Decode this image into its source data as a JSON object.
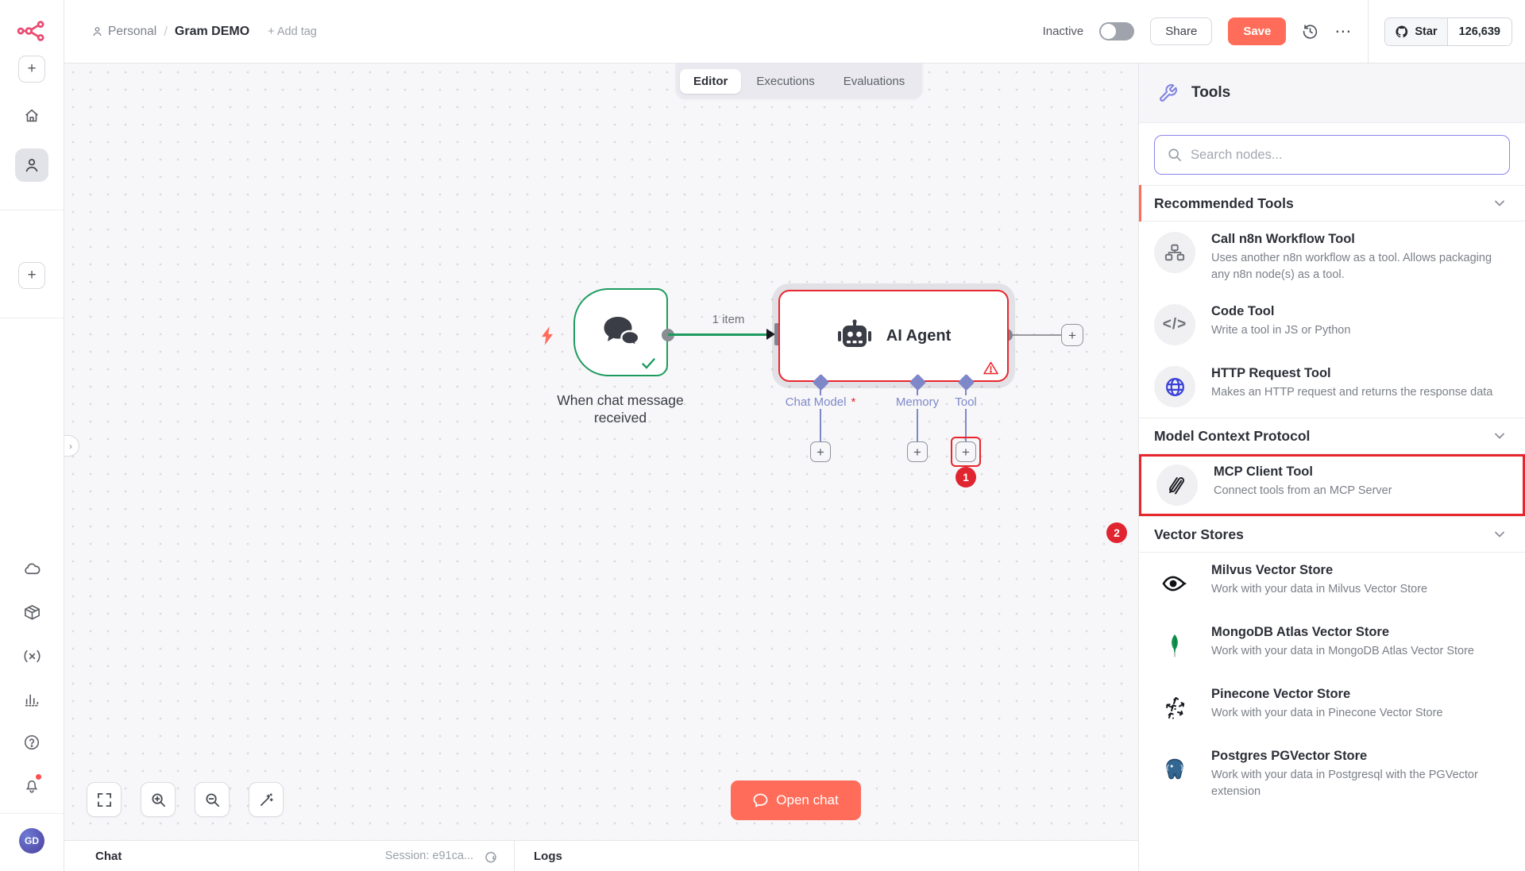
{
  "header": {
    "breadcrumb": {
      "workspace": "Personal",
      "separator": "/",
      "title": "Gram DEMO",
      "add_tag": "+ Add tag"
    },
    "status_label": "Inactive",
    "share_label": "Share",
    "save_label": "Save",
    "more_label": "⋯",
    "github": {
      "star_label": "Star",
      "count": "126,639"
    }
  },
  "tabs": [
    {
      "label": "Editor"
    },
    {
      "label": "Executions"
    },
    {
      "label": "Evaluations"
    }
  ],
  "canvas": {
    "trigger_label": "When chat message received",
    "connection_label": "1 item",
    "agent_title": "AI Agent",
    "ports": [
      {
        "label": "Chat Model",
        "required_mark": "*"
      },
      {
        "label": "Memory"
      },
      {
        "label": "Tool"
      }
    ],
    "plus_glyph": "+",
    "badge_1": "1",
    "badge_2": "2",
    "expand_glyph": "›",
    "open_chat_label": "Open chat"
  },
  "bottom_bar": {
    "chat_label": "Chat",
    "session_label": "Session: e91ca...",
    "logs_label": "Logs"
  },
  "tools_panel": {
    "title": "Tools",
    "search_placeholder": "Search nodes...",
    "sections": [
      {
        "title": "Recommended Tools",
        "items": [
          {
            "name": "Call n8n Workflow Tool",
            "desc": "Uses another n8n workflow as a tool. Allows packaging any n8n node(s) as a tool.",
            "icon": "workflow-icon"
          },
          {
            "name": "Code Tool",
            "desc": "Write a tool in JS or Python",
            "icon": "code-icon"
          },
          {
            "name": "HTTP Request Tool",
            "desc": "Makes an HTTP request and returns the response data",
            "icon": "globe-icon"
          }
        ]
      },
      {
        "title": "Model Context Protocol",
        "items": [
          {
            "name": "MCP Client Tool",
            "desc": "Connect tools from an MCP Server",
            "icon": "mcp-icon"
          }
        ]
      },
      {
        "title": "Vector Stores",
        "items": [
          {
            "name": "Milvus Vector Store",
            "desc": "Work with your data in Milvus Vector Store",
            "icon": "milvus-icon"
          },
          {
            "name": "MongoDB Atlas Vector Store",
            "desc": "Work with your data in MongoDB Atlas Vector Store",
            "icon": "mongodb-icon"
          },
          {
            "name": "Pinecone Vector Store",
            "desc": "Work with your data in Pinecone Vector Store",
            "icon": "pinecone-icon"
          },
          {
            "name": "Postgres PGVector Store",
            "desc": "Work with your data in Postgresql with the PGVector extension",
            "icon": "postgres-icon"
          }
        ]
      }
    ],
    "code_glyph": "</>"
  },
  "colors": {
    "accent_coral": "#ff6d5a",
    "annotation_red": "#e8262d",
    "badge_red": "#e02430",
    "node_green": "#1d9b5e",
    "port_purple": "#7e88c9",
    "logo_pink": "#ea4b71",
    "search_indigo": "#8d85ec",
    "http_blue": "#3b41d8",
    "mongo_green": "#12924f",
    "postgres_blue": "#336791"
  }
}
